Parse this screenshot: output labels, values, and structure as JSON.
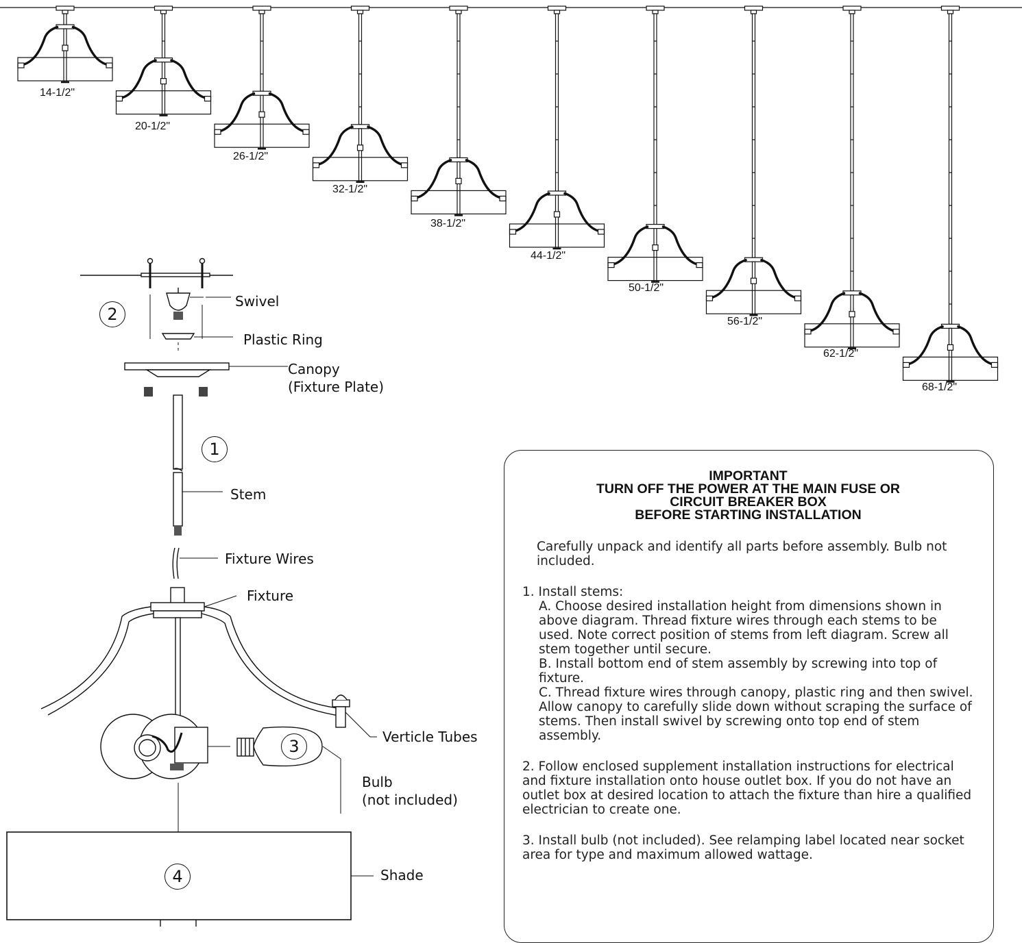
{
  "heights": [
    "14-1/2\"",
    "20-1/2\"",
    "26-1/2\"",
    "32-1/2\"",
    "38-1/2\"",
    "44-1/2\"",
    "50-1/2\"",
    "56-1/2\"",
    "62-1/2\"",
    "68-1/2\""
  ],
  "parts": {
    "swivel": "Swivel",
    "plastic_ring": "Plastic Ring",
    "canopy_line1": "Canopy",
    "canopy_line2": "(Fixture Plate)",
    "stem": "Stem",
    "fixture_wires": "Fixture Wires",
    "fixture": "Fixture",
    "verticle_tubes": "Verticle Tubes",
    "bulb_line1": "Bulb",
    "bulb_line2": "(not included)",
    "shade": "Shade"
  },
  "step_numbers": {
    "s1": "1",
    "s2": "2",
    "s3": "3",
    "s4": "4"
  },
  "warning": {
    "line1": "IMPORTANT",
    "line2": "TURN OFF THE POWER AT THE MAIN FUSE OR",
    "line3": "CIRCUIT BREAKER BOX",
    "line4": "BEFORE STARTING INSTALLATION"
  },
  "instructions": {
    "intro": "Carefully unpack and identify all parts before assembly.  Bulb not included.",
    "step1_title": "1. Install stems:",
    "step1_a": "A.  Choose desired installation height from dimensions shown in above diagram. Thread fixture wires through each stems to be used. Note correct position of stems from left diagram. Screw all stem together until secure.",
    "step1_b": "B.  Install bottom end of stem assembly by screwing into top of fixture.",
    "step1_c": "C. Thread fixture wires through canopy, plastic ring and then swivel. Allow canopy to carefully slide down without scraping the surface of stems. Then install swivel by screwing onto top end of stem assembly.",
    "step2": "2. Follow enclosed supplement installation instructions for electrical and fixture installation onto house outlet box. If you do not have an outlet box at desired location to attach the fixture than hire a qualified electrician to create one.",
    "step3": "3. Install bulb (not included).  See relamping label located near socket area for type and maximum allowed wattage."
  }
}
